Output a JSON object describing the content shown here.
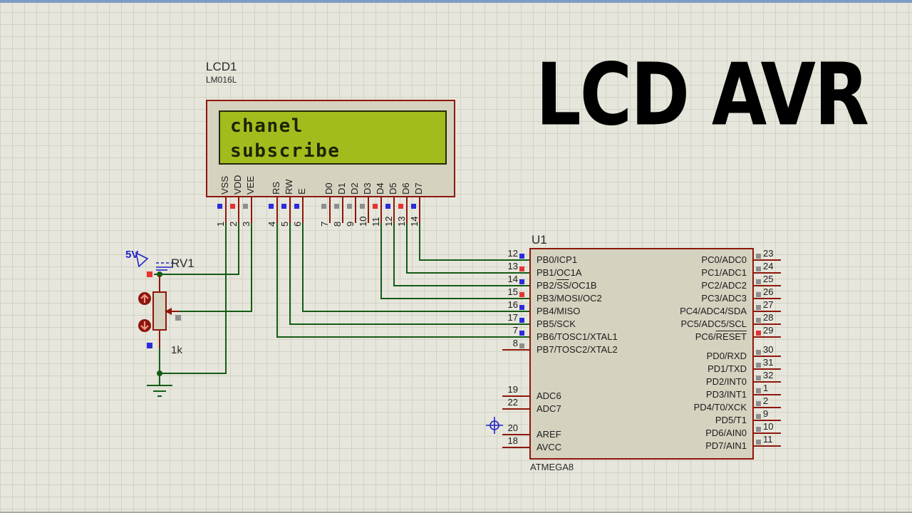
{
  "title": {
    "text": "LCD AVR"
  },
  "lcd": {
    "ref": "LCD1",
    "part": "LM016L",
    "screen": {
      "line1": "chanel",
      "line2": "subscribe"
    },
    "pins": [
      {
        "num": "1",
        "label": "VSS",
        "state": "blue"
      },
      {
        "num": "2",
        "label": "VDD",
        "state": "red"
      },
      {
        "num": "3",
        "label": "VEE",
        "state": "gray"
      },
      {
        "num": "4",
        "label": "RS",
        "state": "blue"
      },
      {
        "num": "5",
        "label": "RW",
        "state": "blue"
      },
      {
        "num": "6",
        "label": "E",
        "state": "blue"
      },
      {
        "num": "7",
        "label": "D0",
        "state": "gray"
      },
      {
        "num": "8",
        "label": "D1",
        "state": "gray"
      },
      {
        "num": "9",
        "label": "D2",
        "state": "gray"
      },
      {
        "num": "10",
        "label": "D3",
        "state": "gray"
      },
      {
        "num": "11",
        "label": "D4",
        "state": "red"
      },
      {
        "num": "12",
        "label": "D5",
        "state": "blue"
      },
      {
        "num": "13",
        "label": "D6",
        "state": "red"
      },
      {
        "num": "14",
        "label": "D7",
        "state": "blue"
      }
    ]
  },
  "mcu": {
    "ref": "U1",
    "part": "ATMEGA8",
    "left_pins": [
      {
        "num": "12",
        "label": "PB0/ICP1",
        "state": "blue"
      },
      {
        "num": "13",
        "label": "PB1/OC1A",
        "state": "red"
      },
      {
        "num": "14",
        "label": "PB2/SS/OC1B",
        "overline": "SS",
        "state": "blue"
      },
      {
        "num": "15",
        "label": "PB3/MOSI/OC2",
        "state": "red"
      },
      {
        "num": "16",
        "label": "PB4/MISO",
        "state": "blue"
      },
      {
        "num": "17",
        "label": "PB5/SCK",
        "state": "blue"
      },
      {
        "num": "7",
        "label": "PB6/TOSC1/XTAL1",
        "state": "blue"
      },
      {
        "num": "8",
        "label": "PB7/TOSC2/XTAL2",
        "state": "gray"
      },
      {
        "num": "19",
        "label": "ADC6",
        "state": "none"
      },
      {
        "num": "22",
        "label": "ADC7",
        "state": "none"
      },
      {
        "num": "20",
        "label": "AREF",
        "state": "none"
      },
      {
        "num": "18",
        "label": "AVCC",
        "state": "none"
      }
    ],
    "right_pins": [
      {
        "num": "23",
        "label": "PC0/ADC0",
        "state": "gray"
      },
      {
        "num": "24",
        "label": "PC1/ADC1",
        "state": "gray"
      },
      {
        "num": "25",
        "label": "PC2/ADC2",
        "state": "gray"
      },
      {
        "num": "26",
        "label": "PC3/ADC3",
        "state": "gray"
      },
      {
        "num": "27",
        "label": "PC4/ADC4/SDA",
        "state": "gray"
      },
      {
        "num": "28",
        "label": "PC5/ADC5/SCL",
        "state": "gray"
      },
      {
        "num": "29",
        "label": "PC6/RESET",
        "overline": "RESET",
        "state": "red"
      },
      {
        "num": "30",
        "label": "PD0/RXD",
        "state": "gray"
      },
      {
        "num": "31",
        "label": "PD1/TXD",
        "state": "gray"
      },
      {
        "num": "32",
        "label": "PD2/INT0",
        "state": "gray"
      },
      {
        "num": "1",
        "label": "PD3/INT1",
        "state": "gray"
      },
      {
        "num": "2",
        "label": "PD4/T0/XCK",
        "state": "gray"
      },
      {
        "num": "9",
        "label": "PD5/T1",
        "state": "gray"
      },
      {
        "num": "10",
        "label": "PD6/AIN0",
        "state": "gray"
      },
      {
        "num": "11",
        "label": "PD7/AIN1",
        "state": "gray"
      }
    ]
  },
  "pot": {
    "ref": "RV1",
    "value": "1k",
    "supply": "5V"
  },
  "colors": {
    "wire": "#145c14",
    "component_border": "#8e170c",
    "component_fill": "#d6d2c0",
    "lcd_screen": "#a2bc1e",
    "state_blue": "#2b2bdb",
    "state_red": "#e63232",
    "state_gray": "#8e8e8e",
    "symbol_blue": "#2424c8",
    "top_bar": "#7e9dc3",
    "text": "#1c1c1c"
  }
}
